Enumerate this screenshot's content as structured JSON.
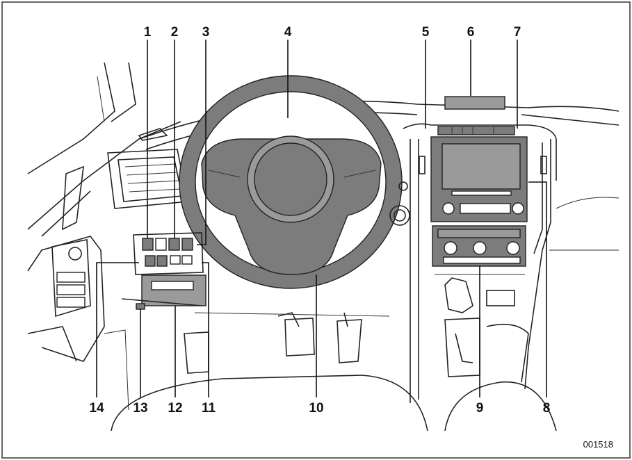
{
  "figure_id": "001518",
  "callouts": [
    {
      "id": "1",
      "label": "1"
    },
    {
      "id": "2",
      "label": "2"
    },
    {
      "id": "3",
      "label": "3"
    },
    {
      "id": "4",
      "label": "4"
    },
    {
      "id": "5",
      "label": "5"
    },
    {
      "id": "6",
      "label": "6"
    },
    {
      "id": "7",
      "label": "7"
    },
    {
      "id": "8",
      "label": "8"
    },
    {
      "id": "9",
      "label": "9"
    },
    {
      "id": "10",
      "label": "10"
    },
    {
      "id": "11",
      "label": "11"
    },
    {
      "id": "12",
      "label": "12"
    },
    {
      "id": "13",
      "label": "13"
    },
    {
      "id": "14",
      "label": "14"
    }
  ]
}
